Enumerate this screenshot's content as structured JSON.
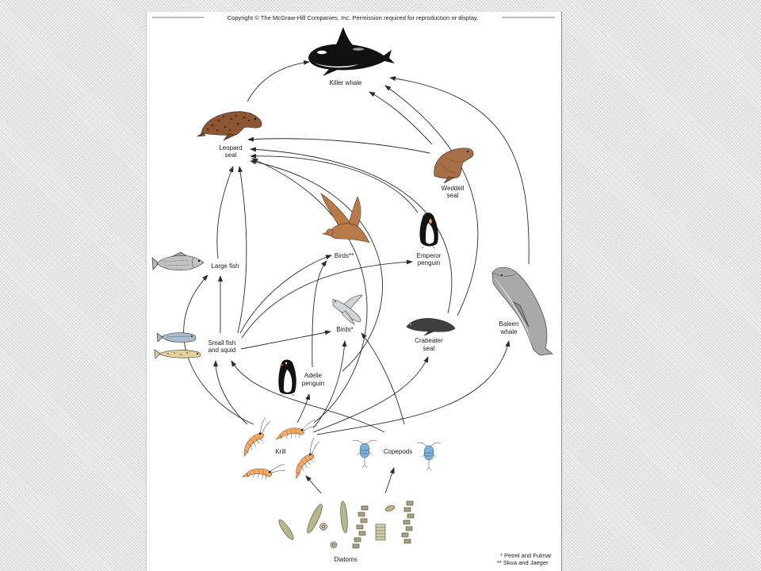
{
  "header": {
    "copyright": "Copyright © The McGraw-Hill Companies, Inc. Permission required for reproduction or display."
  },
  "organisms": {
    "killer_whale": {
      "line1": "Killer whale"
    },
    "leopard_seal": {
      "line1": "Leopard",
      "line2": "seal"
    },
    "weddell_seal": {
      "line1": "Weddell",
      "line2": "seal"
    },
    "birds_skua_jaeger": {
      "line1": "Birds**"
    },
    "emperor_penguin": {
      "line1": "Emperor",
      "line2": "penguin"
    },
    "large_fish": {
      "line1": "Large fish"
    },
    "small_fish_squid": {
      "line1": "Small fish",
      "line2": "and squid"
    },
    "birds_petrel_fulmar": {
      "line1": "Birds*"
    },
    "baleen_whale": {
      "line1": "Baleen",
      "line2": "whale"
    },
    "crabeater_seal": {
      "line1": "Crabeater",
      "line2": "seal"
    },
    "adelie_penguin": {
      "line1": "Adelie",
      "line2": "penguin"
    },
    "krill": {
      "line1": "Krill"
    },
    "copepods": {
      "line1": "Copepods"
    },
    "diatoms": {
      "line1": "Diatoms"
    }
  },
  "footnotes": [
    "* Petrel and Fulmar",
    "** Skua and Jaeger"
  ],
  "colors": {
    "arrow": "#2b2b2b",
    "panel": "#ffffff"
  }
}
